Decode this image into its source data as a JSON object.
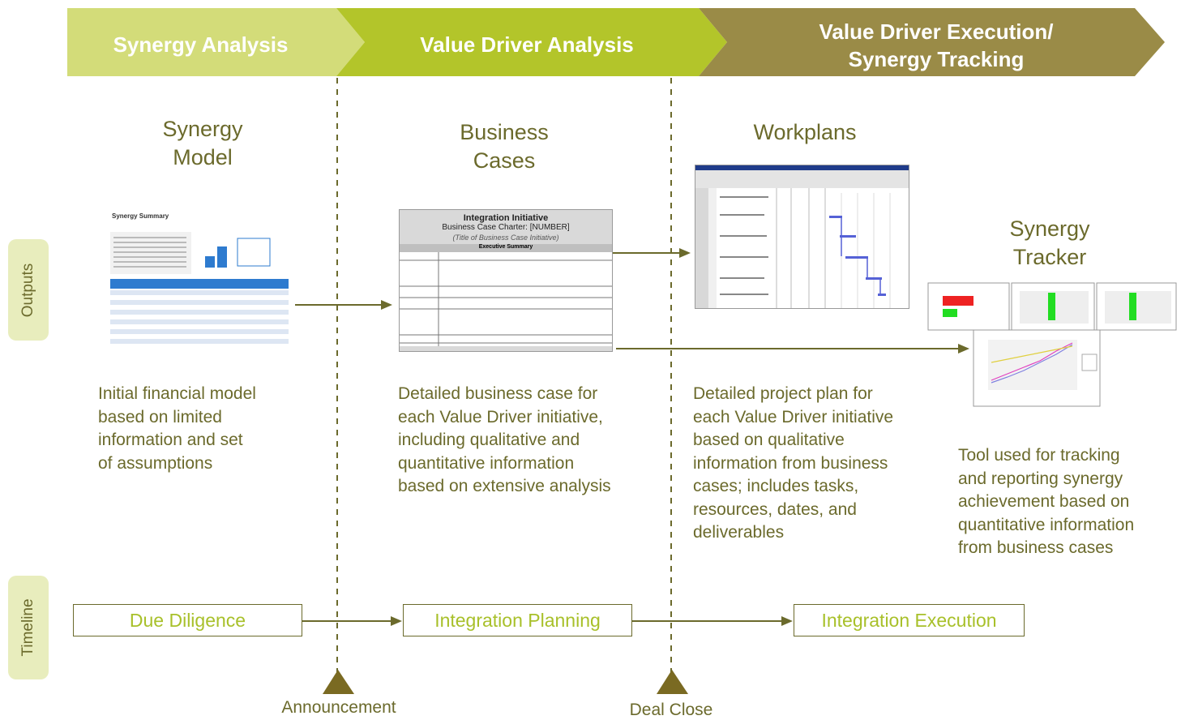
{
  "phases": [
    {
      "label_line1": "Synergy Analysis",
      "label_line2": "",
      "color": "#d3dc79"
    },
    {
      "label_line1": "Value Driver Analysis",
      "label_line2": "",
      "color": "#b3c52a"
    },
    {
      "label_line1": "Value Driver Execution/",
      "label_line2": "Synergy Tracking",
      "color": "#9a8b47"
    }
  ],
  "side_tabs": {
    "outputs": "Outputs",
    "timeline": "Timeline"
  },
  "outputs": [
    {
      "title_line1": "Synergy",
      "title_line2": "Model",
      "desc": [
        "Initial financial model",
        "based on limited",
        "information and set",
        "of assumptions"
      ],
      "thumb_title": "Synergy Summary"
    },
    {
      "title_line1": "Business",
      "title_line2": "Cases",
      "desc": [
        "Detailed business case for",
        "each Value Driver initiative,",
        "including qualitative and",
        "quantitative information",
        "based on extensive analysis"
      ],
      "thumb_title": "Integration Initiative",
      "thumb_sub": "Business Case Charter: [NUMBER]",
      "thumb_sub2": "(Title of Business Case Initiative)",
      "thumb_summary": "Executive Summary"
    },
    {
      "title_line1": "Workplans",
      "title_line2": "",
      "desc": [
        "Detailed project plan for",
        "each Value Driver initiative",
        "based on qualitative",
        "information from business",
        "cases; includes tasks,",
        "resources, dates, and",
        "deliverables"
      ]
    },
    {
      "title_line1": "Synergy",
      "title_line2": "Tracker",
      "desc": [
        "Tool used for tracking",
        "and reporting synergy",
        "achievement based on",
        "quantitative information",
        "from business cases"
      ]
    }
  ],
  "timeline": [
    {
      "label": "Due Diligence"
    },
    {
      "label": "Integration Planning"
    },
    {
      "label": "Integration Execution"
    }
  ],
  "milestones": [
    {
      "label": "Announcement"
    },
    {
      "label": "Deal Close"
    }
  ],
  "colors": {
    "accent_dark": "#6b6a2c",
    "accent_green": "#a8c02a",
    "milestone": "#7a6a22"
  }
}
